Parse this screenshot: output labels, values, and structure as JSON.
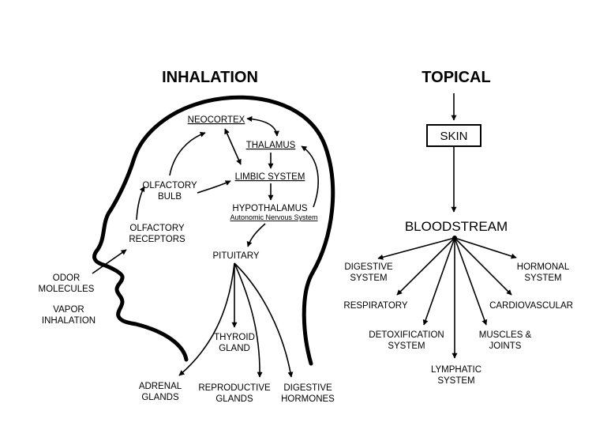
{
  "inhalation": {
    "title": "INHALATION",
    "neocortex": "NEOCORTEX",
    "thalamus": "THALAMUS",
    "limbic_system": "LIMBIC SYSTEM",
    "hypothalamus": "HYPOTHALAMUS",
    "autonomic": "Autonomic Nervous System",
    "olfactory_bulb": [
      "OLFACTORY",
      "BULB"
    ],
    "olfactory_receptors": [
      "OLFACTORY",
      "RECEPTORS"
    ],
    "odor_molecules": [
      "ODOR",
      "MOLECULES"
    ],
    "vapor_inhalation": [
      "VAPOR",
      "INHALATION"
    ],
    "pituitary": "PITUITARY",
    "thyroid_gland": [
      "THYROID",
      "GLAND"
    ],
    "adrenal_glands": [
      "ADRENAL",
      "GLANDS"
    ],
    "reproductive_glands": [
      "REPRODUCTIVE",
      "GLANDS"
    ],
    "digestive_hormones": [
      "DIGESTIVE",
      "HORMONES"
    ]
  },
  "topical": {
    "title": "TOPICAL",
    "skin": "SKIN",
    "bloodstream": "BLOODSTREAM",
    "digestive_system": [
      "DIGESTIVE",
      "SYSTEM"
    ],
    "hormonal_system": [
      "HORMONAL",
      "SYSTEM"
    ],
    "respiratory": "RESPIRATORY",
    "cardiovascular": "CARDIOVASCULAR",
    "detoxification_system": [
      "DETOXIFICATION",
      "SYSTEM"
    ],
    "muscles_joints": [
      "MUSCLES &",
      "JOINTS"
    ],
    "lymphatic_system": [
      "LYMPHATIC",
      "SYSTEM"
    ]
  }
}
